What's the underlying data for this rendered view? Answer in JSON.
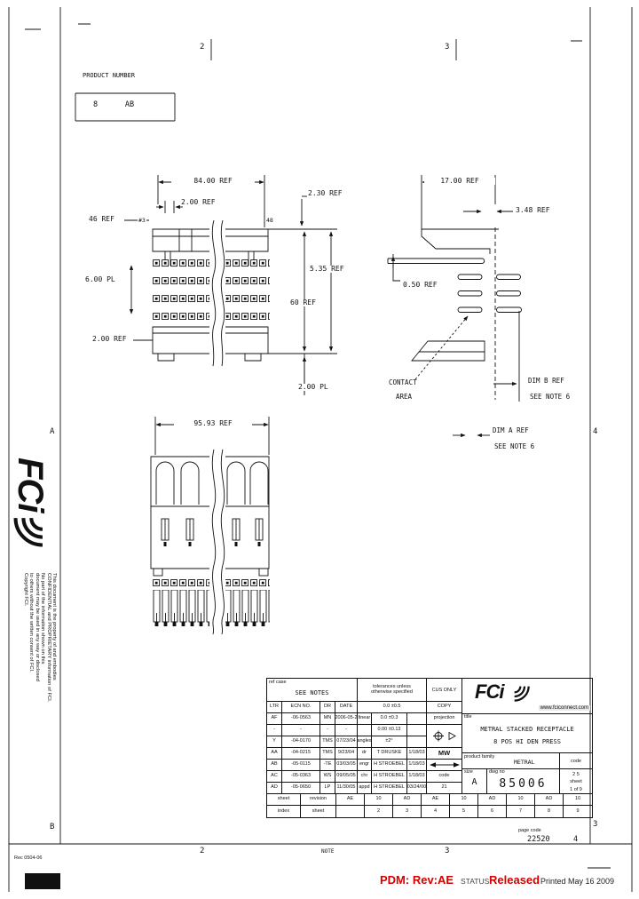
{
  "zones": {
    "top_2": "2",
    "top_3": "3",
    "bottom_2": "2",
    "bottom_3": "3",
    "left_a": "A",
    "left_b": "B",
    "right_4": "4",
    "right_3": "3",
    "note": "NOTE"
  },
  "product_number": {
    "header": "PRODUCT NUMBER",
    "value": "8      AB"
  },
  "front_view": {
    "dim_span": "84.00 REF",
    "dim_pitch": "2.00 REF",
    "dim_230": "2.30 REF",
    "ref_46": "46 REF",
    "pin_first": "#3",
    "pin_last": "48",
    "dim_600": "6.00 PL",
    "dim_535": "5.35 REF",
    "dim_60": "60 REF",
    "dim_200": "2.00 REF",
    "dim_200pl": "2.00 PL"
  },
  "side_view": {
    "dim_17": "17.00 REF",
    "dim_348": "3.48 REF",
    "dim_050": "0.50 REF",
    "contact_line1": "CONTACT",
    "contact_line2": "AREA",
    "dim_b_line1": "DIM B REF",
    "dim_b_line2": "SEE NOTE 6",
    "dim_a_line1": "DIM A REF",
    "dim_a_line2": "SEE NOTE 6"
  },
  "bottom_view": {
    "dim_width": "95.93 REF"
  },
  "sidebar": {
    "logo_text": "FCi",
    "rec_note": "Rec 0504-06",
    "confidential_lines": [
      "This document is the property of and embodies",
      "CONFIDENTIAL and PROPRIETARY information of FCI.",
      "No part of the information shown on this",
      "document may be used in any way or disclosed",
      "to others without the written consent of FCI.",
      "Copyright FCI."
    ]
  },
  "title_block": {
    "rev_header": {
      "ref_case": "ref case",
      "see_notes": "SEE NOTES",
      "tolerance_line1": "tolerances unless",
      "tolerance_line2": "otherwise specified",
      "cus_only": "CUS ONLY"
    },
    "rev_columns": {
      "ltr": "LTR",
      "ecn_no": "ECN NO.",
      "dr": "DR",
      "date": "DATE",
      "tol_first": "0.0 ±0.5",
      "copy": "COPY"
    },
    "rev_rows": [
      {
        "ltr": "AF",
        "ecn": "-06-0563",
        "dr": "MN",
        "date": "2006-05-2",
        "mid_label": "linear",
        "mid_val": "0.0 ±0.3",
        "extra": ""
      },
      {
        "ltr": "-",
        "ecn": "-",
        "dr": "-",
        "date": "-",
        "mid_label": "",
        "mid_val": "0.00 ±0.13",
        "extra": ""
      },
      {
        "ltr": "Y",
        "ecn": "-04-0170",
        "dr": "TMS",
        "date": "07/23/04",
        "mid_label": "angles",
        "mid_val": "±2°",
        "extra": ""
      },
      {
        "ltr": "AA",
        "ecn": "-04-0215",
        "dr": "TMS",
        "date": "9/23/04",
        "mid_label": "dr",
        "mid_val": "T DRUSKE",
        "extra": "1/18/03"
      },
      {
        "ltr": "AB",
        "ecn": "-05-0115",
        "dr": "-TE",
        "date": "03/03/05",
        "mid_label": "engr",
        "mid_val": "H STROEBEL",
        "extra": "1/18/03"
      },
      {
        "ltr": "AC",
        "ecn": "-05-0363",
        "dr": "WS",
        "date": "09/05/05",
        "mid_label": "chr",
        "mid_val": "H STROEBEL",
        "extra": "1/18/03"
      },
      {
        "ltr": "AD",
        "ecn": "-05-0650",
        "dr": "LP",
        "date": "11/30/05",
        "mid_label": "appd",
        "mid_val": "H STROEBEL",
        "extra": "03/24/00"
      }
    ],
    "approval": {
      "copy": "COPY",
      "projection": "projection",
      "initials": "MW",
      "code_label": "code",
      "code_value": "21"
    },
    "sheet_rev": {
      "label1": "sheet",
      "label2": "revision",
      "cells": [
        "AE",
        "10",
        "AD",
        "AE",
        "10",
        "AD",
        "10",
        "AD",
        "10"
      ]
    },
    "sheet_index": {
      "label1": "index",
      "label2": "sheet",
      "cells": [
        "",
        "2",
        "3",
        "4",
        "5",
        "6",
        "7",
        "8",
        "9"
      ]
    },
    "brand": {
      "logo_text": "FCi",
      "website": "www.fciconnect.com"
    },
    "title": {
      "label": "title",
      "line1": "METRAL STACKED RECEPTACLE",
      "line2": "8 POS HI DEN PRESS"
    },
    "product_family": {
      "label": "product family",
      "value": "METRAL",
      "code_label": "code"
    },
    "size": {
      "label": "size",
      "value": "A"
    },
    "drawing": {
      "label": "dwg no",
      "number": "85006"
    },
    "scale_cell": {
      "value": "2 5",
      "sheet_label": "sheet",
      "sheet_value": "1 of 9"
    },
    "page": {
      "code_label": "page code",
      "code": "22520",
      "number": "4"
    }
  },
  "pdm_banner": {
    "rev": "PDM: Rev:AE",
    "status_label": "STATUS:",
    "status_value": "Released",
    "printed": "Printed May 16 2009"
  },
  "colors": {
    "banner_red": "#d50000",
    "ink": "#111111"
  }
}
